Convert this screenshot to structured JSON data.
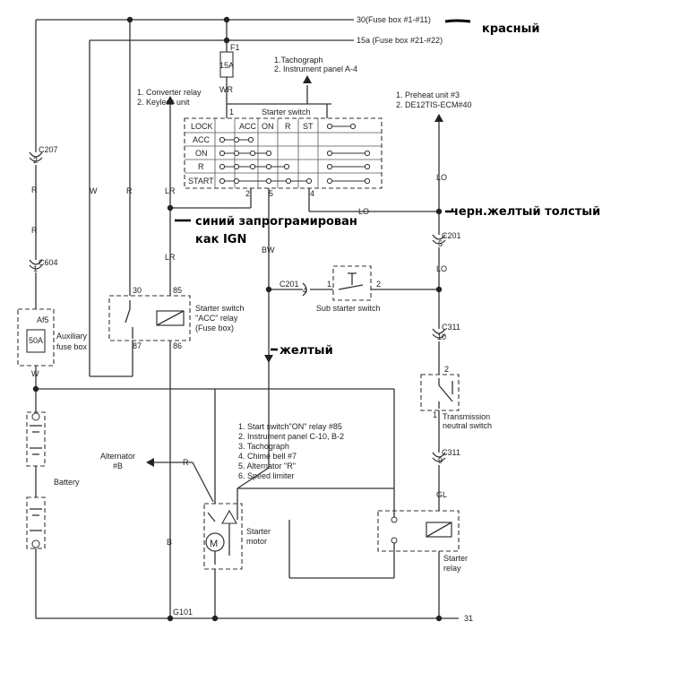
{
  "supply": {
    "b30": "30(Fuse box #1-#11)",
    "b15a": "15a (Fuse box #21-#22)",
    "ground": "31",
    "g101": "G101"
  },
  "fuse_f1": {
    "name": "F1",
    "rating": "15A",
    "wire": "WR"
  },
  "converter": {
    "line1": "1. Converter relay",
    "line2": "2. Keyless unit"
  },
  "tacho": {
    "line1": "1.Tachograph",
    "line2": "2. Instrument panel A-4"
  },
  "preheat": {
    "line1": "1. Preheat unit #3",
    "line2": "2. DE12TIS-ECM#40"
  },
  "starter_switch": {
    "title": "Starter switch",
    "pin1": "1",
    "positions": [
      "LOCK",
      "ACC",
      "ON",
      "R",
      "START"
    ],
    "columns": [
      "ACC",
      "ON",
      "R",
      "ST"
    ],
    "pins": [
      "2",
      "5",
      "4"
    ]
  },
  "wires": {
    "r": "R",
    "w": "W",
    "lr": "LR",
    "lo": "LO",
    "bw": "BW",
    "b": "B",
    "gl": "GL"
  },
  "connectors": {
    "c207": "C207",
    "c207_pin": "2",
    "c604": "C604",
    "c604_pin": "1",
    "c201": "C201",
    "c201_pin": "4",
    "c201b": "C201",
    "c201b_pin": "5",
    "c311": "C311",
    "c311_pin": "10",
    "c311b": "C311",
    "c311b_pin": "9"
  },
  "aux_fuse": {
    "tag": "Af5",
    "rating": "50A",
    "line1": "Auxiliary",
    "line2": "fuse box"
  },
  "acc_relay": {
    "line1": "Starter switch",
    "line2": "\"ACC\" relay",
    "line3": "(Fuse box)",
    "p30": "30",
    "p85": "85",
    "p87": "87",
    "p86": "86"
  },
  "sub_switch": {
    "label": "Sub starter switch",
    "p1": "1",
    "p2": "2"
  },
  "neutral_switch": {
    "line1": "Transmission",
    "line2": "neutral switch",
    "p1": "1",
    "p2": "2"
  },
  "battery": {
    "label": "Battery"
  },
  "alternator": {
    "line1": "Alternator",
    "line2": "#B"
  },
  "bw_list": [
    "1. Start switch\"ON\" relay #85",
    "2. Instrument panel C-10, B-2",
    "3. Tachograph",
    "4. Chime bell #7",
    "5. Alternator \"R\"",
    "6. Speed limiter"
  ],
  "starter_motor": {
    "line1": "Starter",
    "line2": "motor",
    "symbol": "M"
  },
  "starter_relay": {
    "line1": "Starter",
    "line2": "relay"
  },
  "annotations": {
    "red": "красный",
    "blue1": "синий запрограмирован",
    "blue2": "как IGN",
    "black_yellow": "черн.желтый толстый",
    "yellow": "желтый"
  }
}
